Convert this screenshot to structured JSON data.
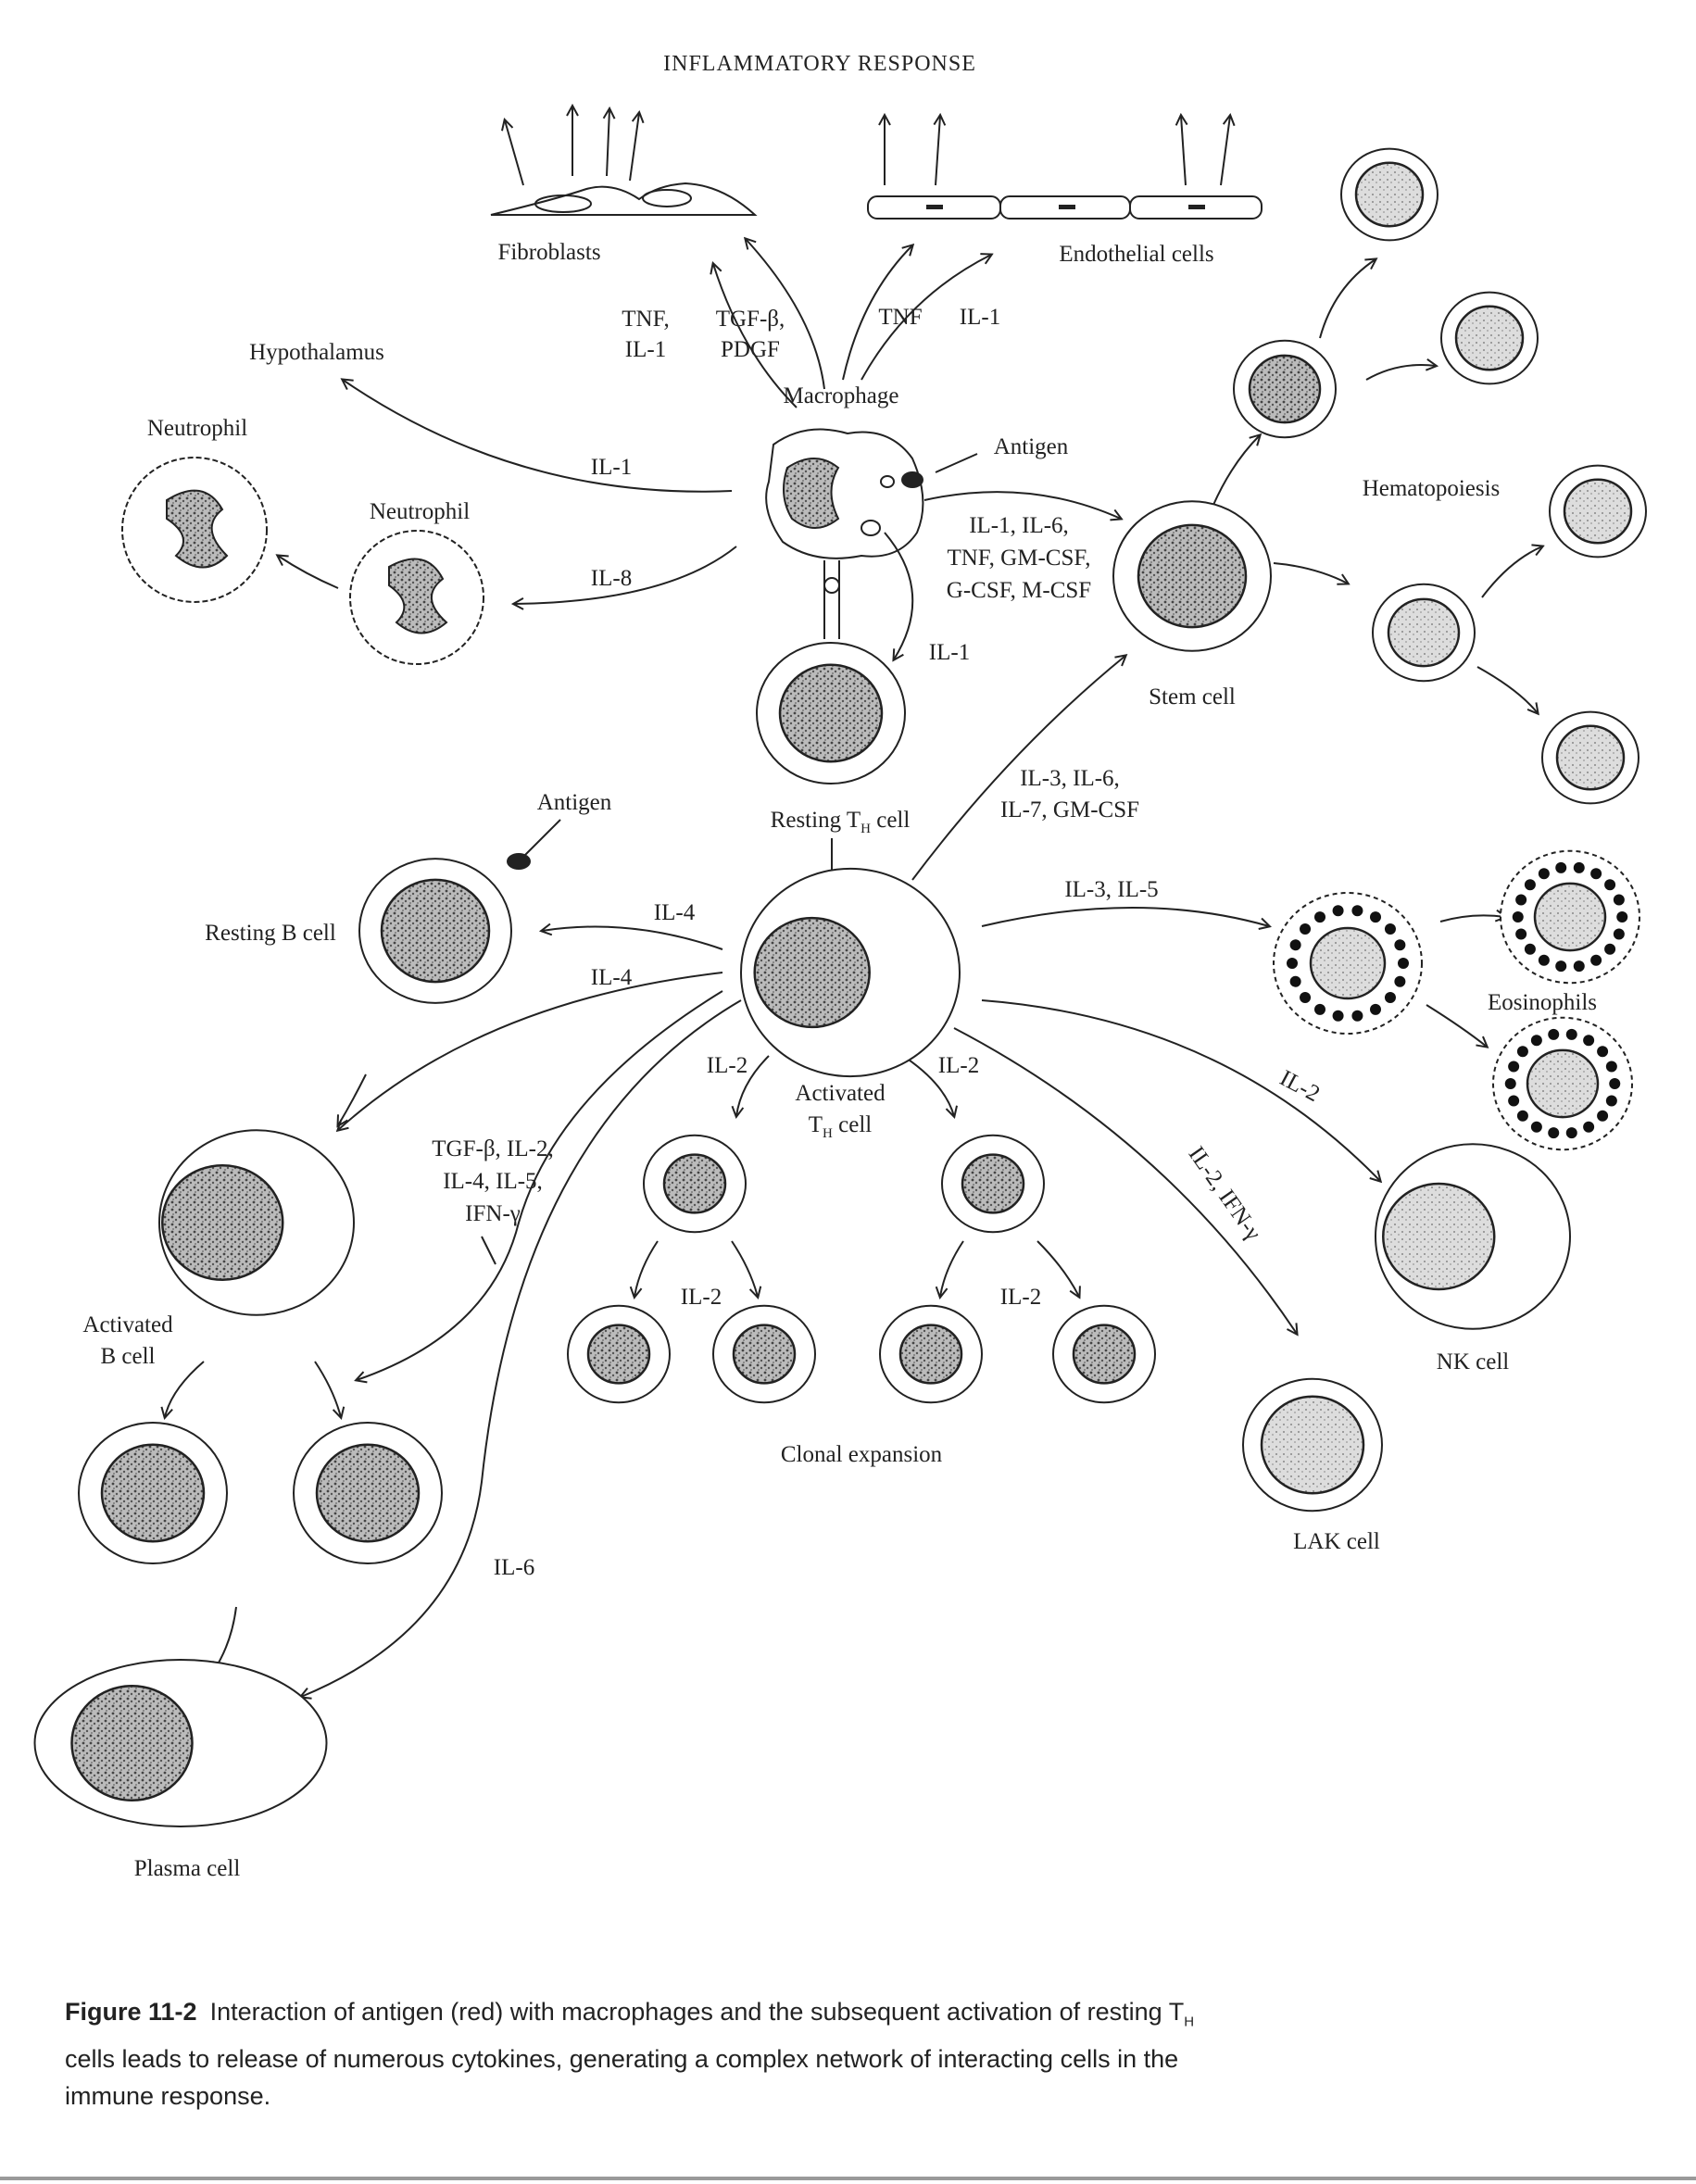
{
  "title": "INFLAMMATORY RESPONSE",
  "labels": {
    "fibroblasts": "Fibroblasts",
    "endothelial": "Endothelial cells",
    "hypothalamus": "Hypothalamus",
    "macrophage": "Macrophage",
    "antigen_top": "Antigen",
    "neutrophil_1": "Neutrophil",
    "neutrophil_2": "Neutrophil",
    "resting_th": "Resting T",
    "resting_th_sub": "H",
    "resting_th_end": " cell",
    "stem_cell": "Stem cell",
    "hematopoiesis": "Hematopoiesis",
    "antigen_b": "Antigen",
    "resting_b": "Resting B cell",
    "activated_th_1": "Activated",
    "activated_th_2": "T",
    "activated_th_sub": "H",
    "activated_th_end": " cell",
    "eosinophils": "Eosinophils",
    "nk_cell": "NK cell",
    "lak_cell": "LAK cell",
    "clonal_expansion": "Clonal expansion",
    "activated_b_1": "Activated",
    "activated_b_2": "B cell",
    "plasma_cell": "Plasma cell"
  },
  "cytokines": {
    "tnf_il1_a": "TNF,",
    "tnf_il1_b": "IL-1",
    "tgf_pdgf_a": "TGF-β,",
    "tgf_pdgf_b": "PDGF",
    "tnf": "TNF",
    "il1_endo": "IL-1",
    "il1_hypo": "IL-1",
    "il8": "IL-8",
    "stem_1": "IL-1, IL-6,",
    "stem_2": "TNF, GM-CSF,",
    "stem_3": "G-CSF, M-CSF",
    "il1_th": "IL-1",
    "th_stem_1": "IL-3, IL-6,",
    "th_stem_2": "IL-7, GM-CSF",
    "il4_a": "IL-4",
    "il4_b": "IL-4",
    "il3_il5": "IL-3, IL-5",
    "il2_nk": "IL-2",
    "il2_ifn": "IL-2, IFN-γ",
    "il2_left": "IL-2",
    "il2_right": "IL-2",
    "il2_clone_l": "IL-2",
    "il2_clone_r": "IL-2",
    "b_1": "TGF-β, IL-2,",
    "b_2": "IL-4, IL-5,",
    "b_3": "IFN-γ",
    "il6": "IL-6"
  },
  "caption": {
    "figure": "Figure 11-2",
    "text_1": "Interaction of antigen (red) with macrophages and the subsequent activation of resting T",
    "text_sub": "H",
    "text_2": " cells leads to release of numerous cytokines, generating a complex network of interacting cells in the immune response."
  },
  "colors": {
    "ink": "#222222",
    "nucleus": "#777777",
    "paper": "#ffffff"
  }
}
